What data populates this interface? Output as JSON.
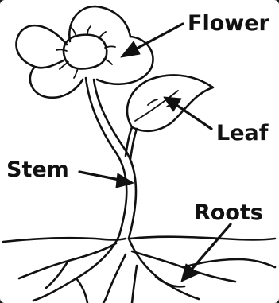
{
  "labels": {
    "flower": "Flower",
    "leaf": "Leaf",
    "stem": "Stem",
    "roots": "Roots"
  },
  "colors": {
    "ink": "#111111",
    "background": "#ffffff",
    "frame": "#1a1a1a"
  }
}
